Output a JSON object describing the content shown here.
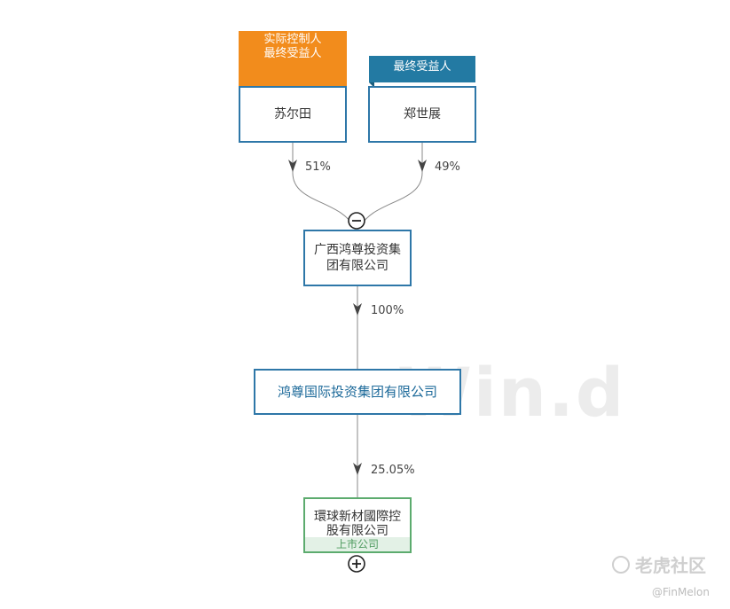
{
  "tags": {
    "actual_controller": "实际控制人",
    "ultimate_beneficiary": "最终受益人",
    "ultimate_beneficiary_2": "最终受益人"
  },
  "nodes": {
    "su": "苏尔田",
    "zheng": "郑世展",
    "guangxi": "广西鸿尊投资集团有限公司",
    "hongzun": "鸿尊国际投资集团有限公司",
    "listed": "環球新材國際控股有限公司",
    "listed_badge": "上市公司"
  },
  "percentages": {
    "su": "51%",
    "zheng": "49%",
    "guangxi": "100%",
    "hongzun": "25.05%"
  },
  "watermarks": {
    "wind": "Win.d",
    "tiger": "老虎社区",
    "handle": "@FinMelon"
  },
  "colors": {
    "orange_tag": "#f28c1c",
    "blue_tag": "#237aa3",
    "node_border": "#2e77a8",
    "listed_border": "#5cab6e"
  }
}
